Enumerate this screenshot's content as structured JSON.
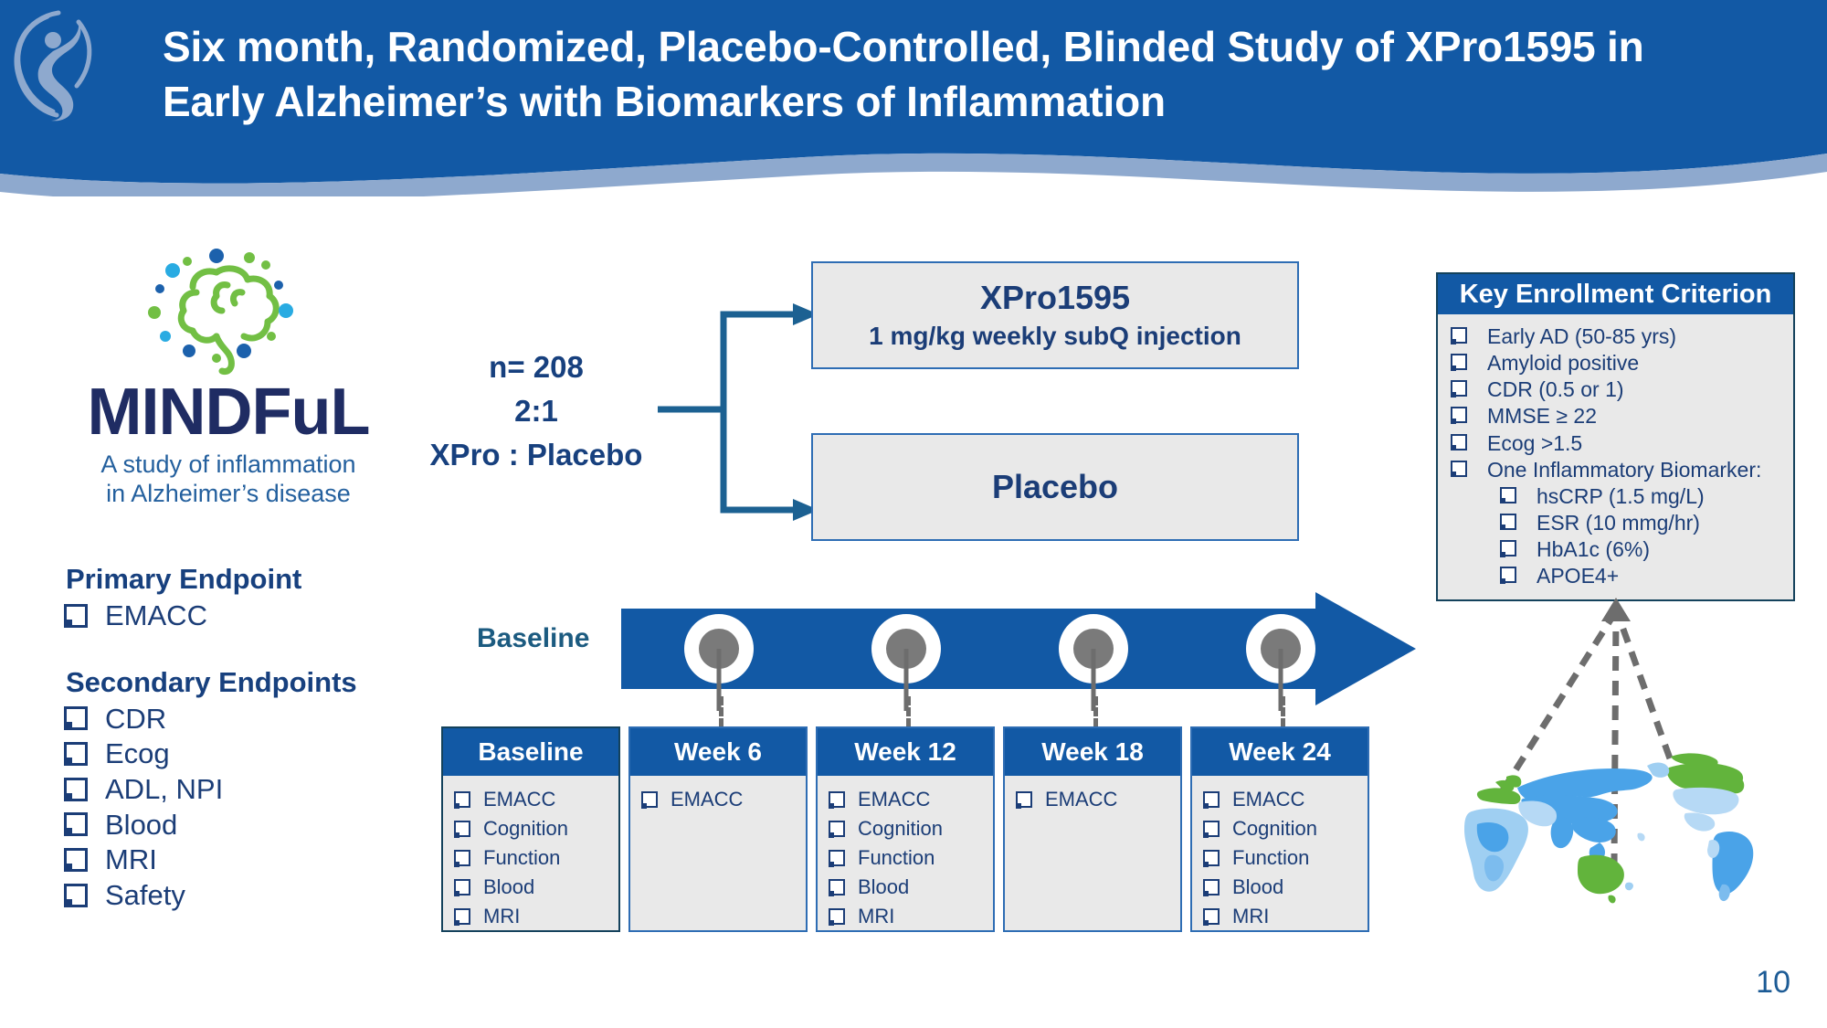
{
  "header": {
    "title": "Six month, Randomized, Placebo-Controlled, Blinded Study of XPro1595 in Early Alzheimer’s with Biomarkers of Inflammation",
    "brand_blue": "#1259A5",
    "wave_accent": "#8EA9CE",
    "logo_icon": "human-figure-logo"
  },
  "logo": {
    "wordmark": "MINDFuL",
    "tagline_line1": "A study of inflammation",
    "tagline_line2": "in Alzheimer’s disease",
    "brain_icon": "brain-icon",
    "wordmark_color": "#1F2C63",
    "tagline_color": "#24609E",
    "brain_green": "#72BF44",
    "dot_blue": "#1C61AC",
    "dot_cyan": "#29ABE2",
    "dot_green": "#72BF44"
  },
  "endpoints": {
    "primary_heading": "Primary Endpoint",
    "primary_items": [
      "EMACC"
    ],
    "secondary_heading": "Secondary Endpoints",
    "secondary_items": [
      "CDR",
      "Ecog",
      "ADL, NPI",
      "Blood",
      "MRI",
      "Safety"
    ]
  },
  "randomization": {
    "line1": "n= 208",
    "line2": "2:1",
    "line3": "XPro : Placebo",
    "arms": [
      {
        "title": "XPro1595",
        "subtitle": "1 mg/kg weekly subQ injection"
      },
      {
        "title": "Placebo",
        "subtitle": ""
      }
    ]
  },
  "timeline": {
    "baseline_label": "Baseline",
    "arrow_color": "#1259A5",
    "marker_outer": "#FFFFFF",
    "marker_inner": "#7A7A7A",
    "markers": 4
  },
  "visit_columns": [
    {
      "title": "Baseline",
      "items": [
        "EMACC",
        "Cognition",
        "Function",
        "Blood",
        "MRI"
      ]
    },
    {
      "title": "Week 6",
      "items": [
        "EMACC"
      ]
    },
    {
      "title": "Week 12",
      "items": [
        "EMACC",
        "Cognition",
        "Function",
        "Blood",
        "MRI"
      ]
    },
    {
      "title": "Week 18",
      "items": [
        "EMACC"
      ]
    },
    {
      "title": "Week 24",
      "items": [
        "EMACC",
        "Cognition",
        "Function",
        "Blood",
        "MRI"
      ]
    }
  ],
  "enrollment": {
    "heading": "Key Enrollment Criterion",
    "items": [
      {
        "label": "Early AD (50-85 yrs)",
        "indent": false
      },
      {
        "label": "Amyloid positive",
        "indent": false
      },
      {
        "label": "CDR (0.5 or 1)",
        "indent": false
      },
      {
        "label": "MMSE ≥ 22",
        "indent": false
      },
      {
        "label": "Ecog >1.5",
        "indent": false
      },
      {
        "label": "One Inflammatory Biomarker:",
        "indent": false
      },
      {
        "label": "hsCRP (1.5 mg/L)",
        "indent": true
      },
      {
        "label": "ESR (10 mmg/hr)",
        "indent": true
      },
      {
        "label": "HbA1c (6%)",
        "indent": true
      },
      {
        "label": "APOE4+",
        "indent": true
      }
    ]
  },
  "map": {
    "icon": "world-map-icon",
    "highlight_green": "#62B43C",
    "region_blue": "#4AA3E8",
    "region_light": "#B6D9F5",
    "pointer_color": "#6D6D6D"
  },
  "footer": {
    "page_number": "10"
  }
}
